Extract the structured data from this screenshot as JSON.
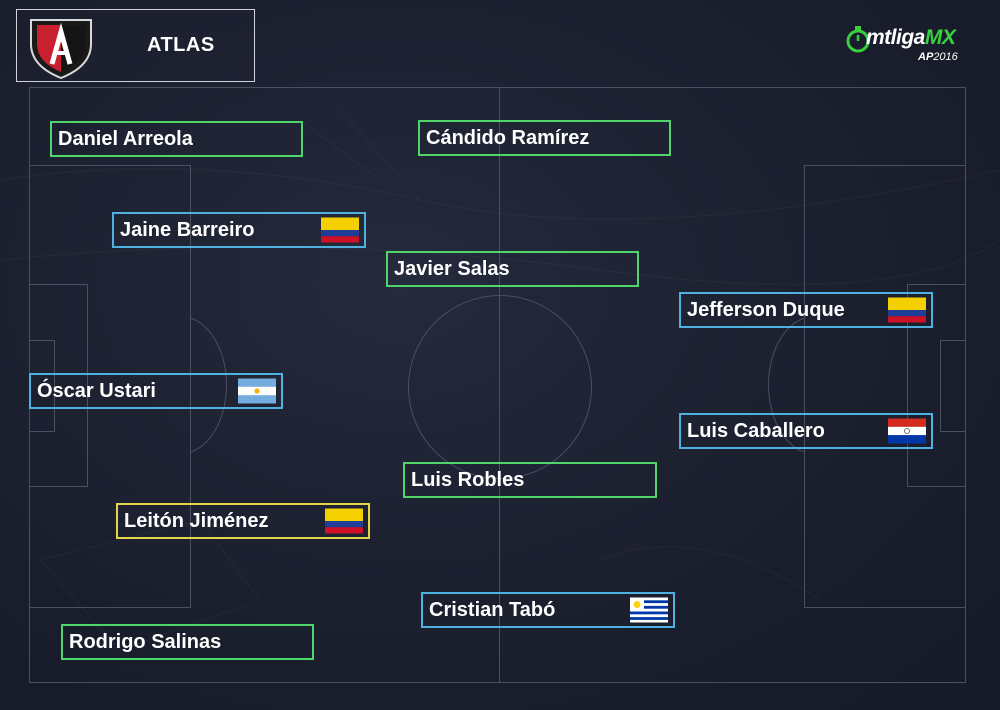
{
  "team": {
    "name": "ATLAS",
    "crest": "atlas-crest-icon"
  },
  "league_logo": {
    "brand": "mtliga",
    "brand_accent": "MX",
    "season_code": "AP",
    "season_year": "2016",
    "icon": "stopwatch-icon"
  },
  "colors": {
    "accent_green": "#4fd66b",
    "accent_blue": "#4fb1e0",
    "accent_yellow": "#e1d54a",
    "pitch_line": "#4a4f61"
  },
  "players": [
    {
      "name": "Daniel Arreola",
      "flag": null,
      "border": "green"
    },
    {
      "name": "Cándido Ramírez",
      "flag": null,
      "border": "green"
    },
    {
      "name": "Jaine Barreiro",
      "flag": "colombia",
      "border": "blue"
    },
    {
      "name": "Javier Salas",
      "flag": null,
      "border": "green"
    },
    {
      "name": "Jefferson Duque",
      "flag": "colombia",
      "border": "blue"
    },
    {
      "name": "Óscar Ustari",
      "flag": "argentina",
      "border": "blue"
    },
    {
      "name": "Luis Caballero",
      "flag": "paraguay",
      "border": "blue"
    },
    {
      "name": "Luis Robles",
      "flag": null,
      "border": "green"
    },
    {
      "name": "Leitón Jiménez",
      "flag": "colombia",
      "border": "yellow"
    },
    {
      "name": "Cristian Tabó",
      "flag": "uruguay",
      "border": "blue"
    },
    {
      "name": "Rodrigo Salinas",
      "flag": null,
      "border": "green"
    }
  ]
}
